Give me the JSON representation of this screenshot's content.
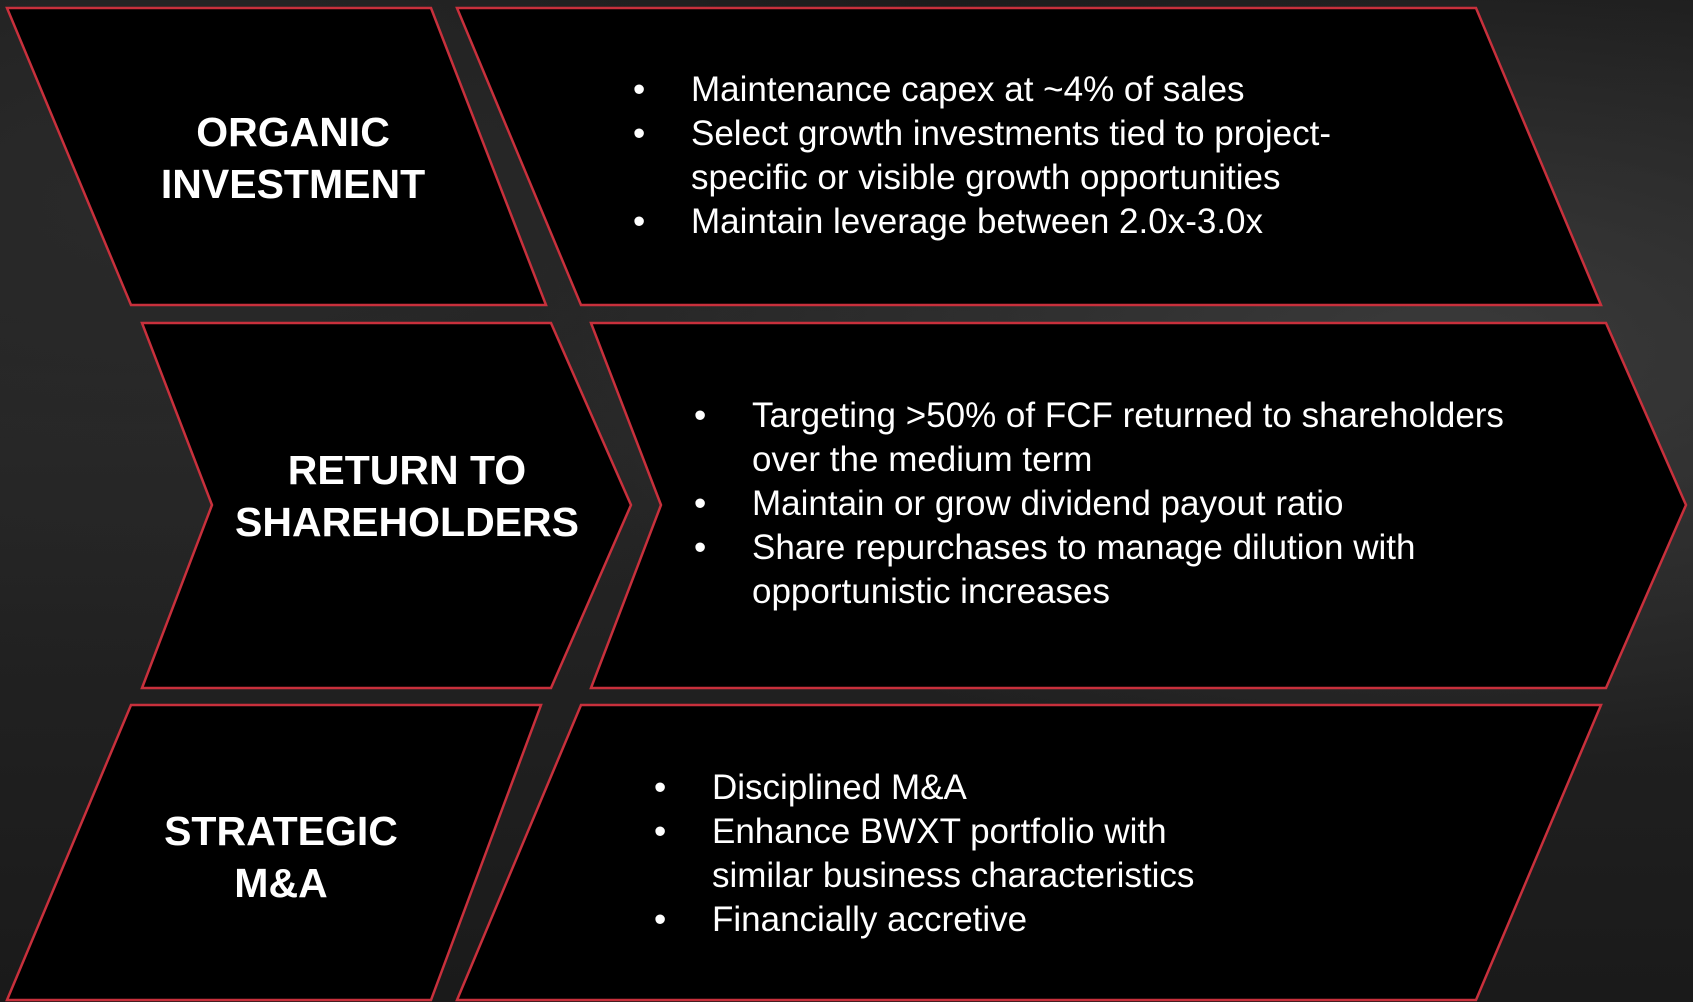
{
  "colors": {
    "panel_fill": "#000000",
    "panel_outline": "#c8303c",
    "text": "#ffffff"
  },
  "rows": [
    {
      "label": [
        "ORGANIC",
        "INVESTMENT"
      ],
      "bullets": [
        "Maintenance capex at ~4% of sales",
        "Select growth investments tied to project-specific or visible growth opportunities",
        "Maintain leverage between 2.0x-3.0x"
      ]
    },
    {
      "label": [
        "RETURN TO",
        "SHAREHOLDERS"
      ],
      "bullets": [
        "Targeting >50% of FCF returned to shareholders over the medium term",
        "Maintain or grow dividend payout ratio",
        "Share repurchases to manage dilution with opportunistic increases"
      ]
    },
    {
      "label": [
        "STRATEGIC",
        "M&A"
      ],
      "bullets": [
        "Disciplined M&A",
        "Enhance BWXT portfolio with similar business characteristics",
        "Financially accretive"
      ]
    }
  ]
}
